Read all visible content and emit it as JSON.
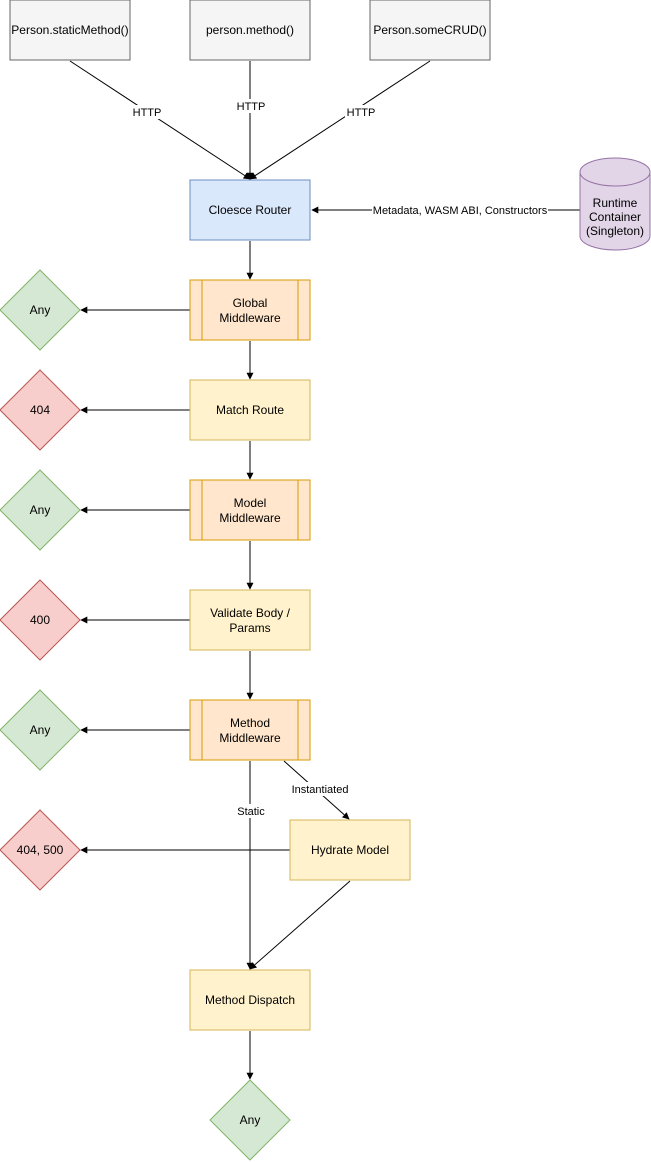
{
  "colors": {
    "gray_fill": "#f5f5f5",
    "gray_stroke": "#666666",
    "blue_fill": "#dae8fc",
    "blue_stroke": "#6c8ebf",
    "orange_fill": "#ffe6cc",
    "orange_stroke": "#d79b00",
    "yellow_fill": "#fff2cc",
    "yellow_stroke": "#d6b656",
    "green_fill": "#d5e8d4",
    "green_stroke": "#82b366",
    "red_fill": "#f8cecc",
    "red_stroke": "#b85450",
    "purple_fill": "#e1d5e7",
    "purple_stroke": "#9673a6",
    "edge": "#000000"
  },
  "nodes": {
    "static_method": "Person.staticMethod()",
    "instance_method": "person.method()",
    "some_crud": "Person.someCRUD()",
    "router": "Cloesce Router",
    "runtime_container": [
      "Runtime",
      "Container",
      "(Singleton)"
    ],
    "global_middleware": [
      "Global",
      "Middleware"
    ],
    "match_route": "Match Route",
    "model_middleware": [
      "Model",
      "Middleware"
    ],
    "validate": [
      "Validate Body /",
      "Params"
    ],
    "method_middleware": [
      "Method",
      "Middleware"
    ],
    "hydrate_model": "Hydrate Model",
    "method_dispatch": "Method Dispatch",
    "any_global": "Any",
    "err_404": "404",
    "any_model": "Any",
    "err_400": "400",
    "any_method": "Any",
    "err_404_500": "404, 500",
    "any_result": "Any"
  },
  "edges": {
    "http_static": "HTTP",
    "http_instance": "HTTP",
    "http_crud": "HTTP",
    "runtime_to_router": "Metadata, WASM ABI, Constructors",
    "instantiated": "Instantiated",
    "static": "Static"
  }
}
